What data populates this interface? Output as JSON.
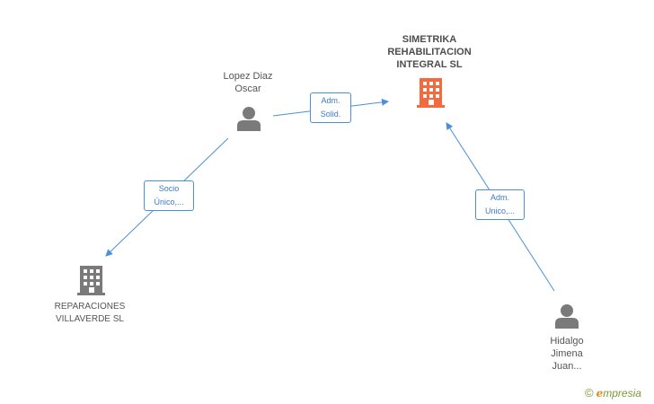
{
  "nodes": {
    "simetrika": {
      "lines": [
        "SIMETRIKA",
        "REHABILITACION",
        "INTEGRAL SL"
      ],
      "icon": "building-icon",
      "color": "#f26a3d"
    },
    "lopez": {
      "lines": [
        "Lopez Diaz",
        "Oscar"
      ],
      "icon": "person-icon",
      "color": "#7a7a7a"
    },
    "reparaciones": {
      "lines": [
        "REPARACIONES",
        "VILLAVERDE SL"
      ],
      "icon": "building-icon",
      "color": "#7a7a7a"
    },
    "hidalgo": {
      "lines": [
        "Hidalgo",
        "Jimena",
        "Juan..."
      ],
      "icon": "person-icon",
      "color": "#7a7a7a"
    }
  },
  "edges": {
    "lopez_simetrika": [
      "Adm.",
      "Solid."
    ],
    "lopez_reparaciones": [
      "Socio",
      "Único,..."
    ],
    "hidalgo_simetrika": [
      "Adm.",
      "Unico,..."
    ]
  },
  "edge_color": "#4a90d9",
  "brand": {
    "copyright": "©",
    "e": "e",
    "rest": "mpresia"
  }
}
